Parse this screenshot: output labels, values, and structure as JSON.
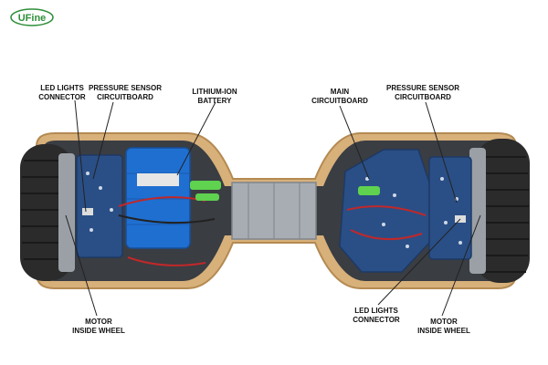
{
  "brand": {
    "logo_text": "UFine",
    "logo_color": "#2f8f3a"
  },
  "labels": {
    "led_left": {
      "line1": "LED LIGHTS",
      "line2": "CONNECTOR"
    },
    "pressure_left": {
      "line1": "PRESSURE SENSOR",
      "line2": "CIRCUITBOARD"
    },
    "battery": {
      "line1": "LITHIUM-ION",
      "line2": "BATTERY"
    },
    "main_board": {
      "line1": "MAIN",
      "line2": "CIRCUITBOARD"
    },
    "pressure_right": {
      "line1": "PRESSURE SENSOR",
      "line2": "CIRCUITBOARD"
    },
    "motor_left": {
      "line1": "MOTOR",
      "line2": "INSIDE WHEEL"
    },
    "led_right": {
      "line1": "LED LIGHTS",
      "line2": "CONNECTOR"
    },
    "motor_right": {
      "line1": "MOTOR",
      "line2": "INSIDE WHEEL"
    }
  },
  "colors": {
    "board_blue": "#2a4f86",
    "battery_blue": "#1f6fd1",
    "tire": "#2b2b2b",
    "frame_rim": "#c9a46a",
    "interior": "#3a3d42",
    "connector_green": "#5fd24f",
    "wire_red": "#c0282a"
  }
}
